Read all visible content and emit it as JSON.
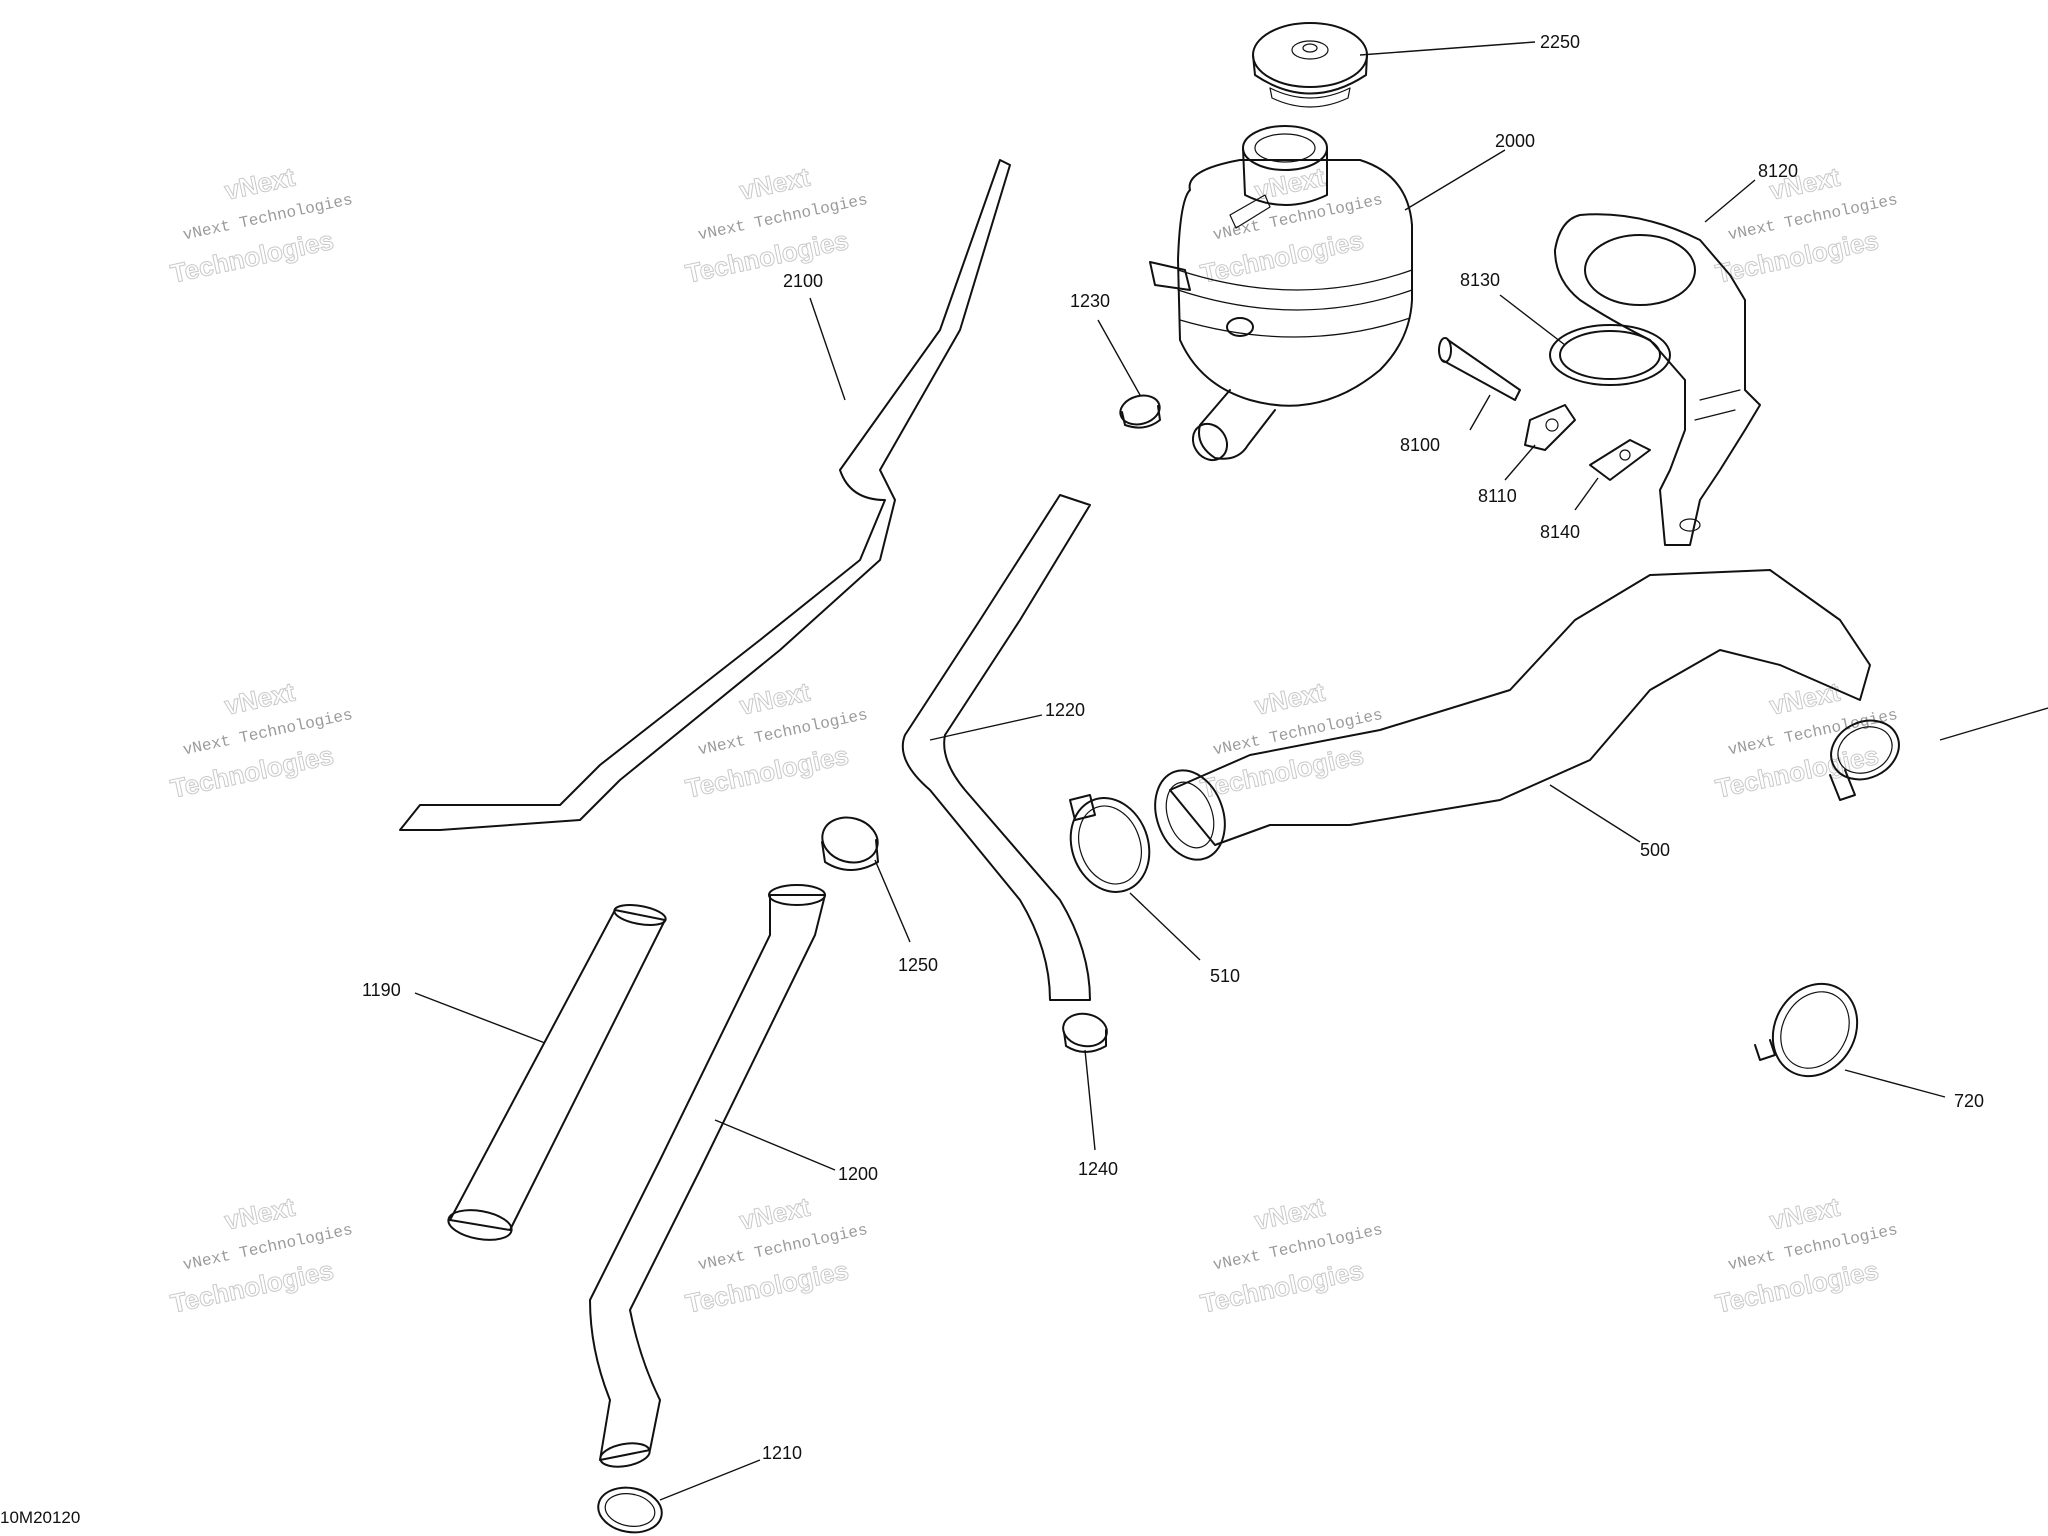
{
  "figure_id": "10M20120",
  "watermark": {
    "line1": "vNext Technologies",
    "line2": "Technologies",
    "line3": "vNext"
  },
  "callouts": [
    {
      "id": "2250",
      "label": "2250"
    },
    {
      "id": "2000",
      "label": "2000"
    },
    {
      "id": "8120",
      "label": "8120"
    },
    {
      "id": "8130",
      "label": "8130"
    },
    {
      "id": "8100",
      "label": "8100"
    },
    {
      "id": "8110",
      "label": "8110"
    },
    {
      "id": "8140",
      "label": "8140"
    },
    {
      "id": "1230",
      "label": "1230"
    },
    {
      "id": "2100",
      "label": "2100"
    },
    {
      "id": "1220",
      "label": "1220"
    },
    {
      "id": "500",
      "label": "500"
    },
    {
      "id": "510",
      "label": "510"
    },
    {
      "id": "1250",
      "label": "1250"
    },
    {
      "id": "1190",
      "label": "1190"
    },
    {
      "id": "1200",
      "label": "1200"
    },
    {
      "id": "1240",
      "label": "1240"
    },
    {
      "id": "720",
      "label": "720"
    },
    {
      "id": "1210",
      "label": "1210"
    }
  ]
}
